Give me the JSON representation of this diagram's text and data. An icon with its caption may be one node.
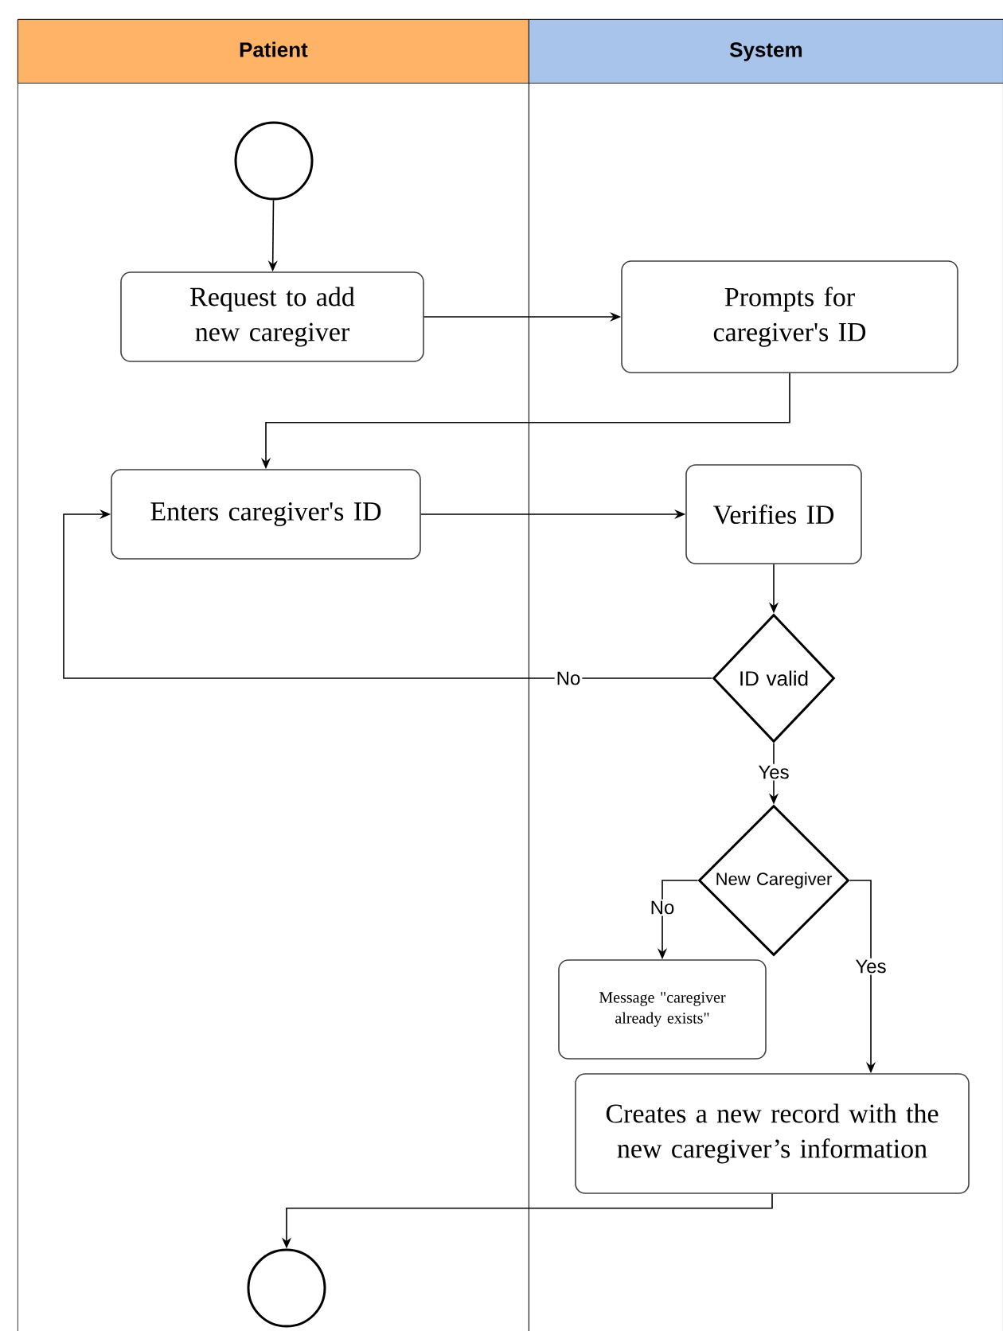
{
  "diagram": {
    "nodes": [
      {
        "text": [
          "Patient"
        ]
      },
      {
        "text": [
          "System"
        ]
      },
      {
        "text": [],
        "shape": "circle",
        "in": 0
      },
      {
        "text": [
          "Request to add new caregiver"
        ],
        "in": 0
      },
      {
        "text": [
          "Prompts for caregiver's ID"
        ],
        "in": 1
      },
      {
        "text": [
          "Enters caregiver's ID"
        ],
        "in": 0
      },
      {
        "text": [
          "Verifies ID"
        ],
        "in": 1
      },
      {
        "text": [
          "ID valid"
        ],
        "in": 1
      },
      {
        "text": [
          "New Caregiver"
        ],
        "in": 1
      },
      {
        "text": [
          "Message \"caregiver already exists\""
        ],
        "in": 1
      },
      {
        "text": [
          "Creates a new record with the new caregiver’s information"
        ],
        "in": 1
      },
      {
        "text": [],
        "shape": "circle",
        "in": 0
      }
    ],
    "edges": [
      {
        "from": 2,
        "to": 3,
        "arrow": "to"
      },
      {
        "from": 3,
        "to": 4,
        "arrow": "to"
      },
      {
        "from": 4,
        "to": 5,
        "arrow": "to"
      },
      {
        "from": 5,
        "to": 6,
        "arrow": "to"
      },
      {
        "from": 6,
        "to": 7,
        "arrow": "to"
      },
      {
        "from": 7,
        "to": 5,
        "arrow": "to",
        "label": "No"
      },
      {
        "from": 7,
        "to": 8,
        "arrow": "to",
        "label": "Yes"
      },
      {
        "from": 8,
        "to": 9,
        "arrow": "to",
        "label": "No"
      },
      {
        "from": 8,
        "to": 10,
        "arrow": "to",
        "label": "Yes"
      },
      {
        "from": 10,
        "to": 11,
        "arrow": "to"
      }
    ]
  }
}
